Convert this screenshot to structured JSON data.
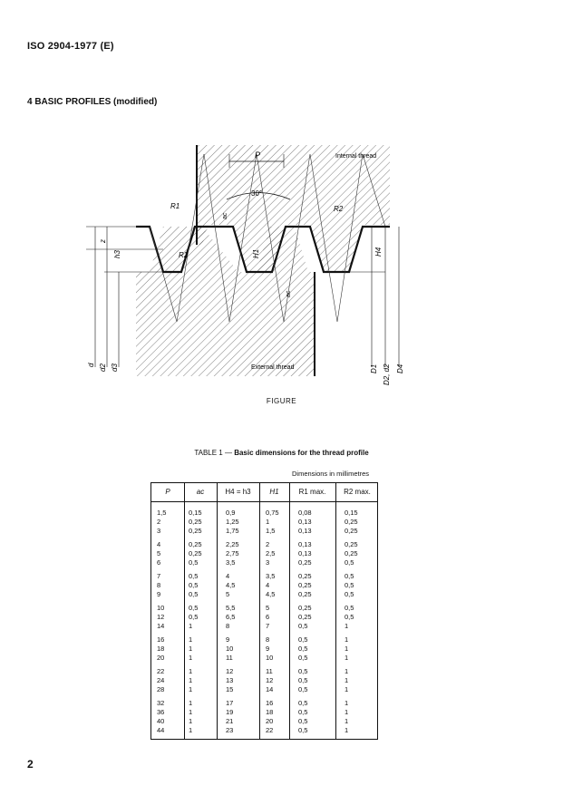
{
  "header": {
    "doc_id": "ISO 2904-1977 (E)"
  },
  "section": {
    "title": "4  BASIC PROFILES (modified)"
  },
  "figure": {
    "caption": "FIGURE",
    "labels": {
      "P": "P",
      "internal": "Internal thread",
      "external": "External thread",
      "angle": "30°",
      "R1": "R1",
      "R2": "R2",
      "R2b": "R2",
      "ac_top": "ac",
      "ac_bot": "ac",
      "H1": "H1",
      "H4": "H4",
      "h3": "h3",
      "z": "z",
      "d": "d",
      "d2": "d2",
      "d3": "d3",
      "D1": "D1",
      "D2d2": "D2, d2",
      "D4": "D4"
    }
  },
  "table": {
    "caption_prefix": "TABLE 1 — ",
    "caption_bold": "Basic dimensions for the thread profile",
    "units_note": "Dimensions in millimetres",
    "headers": [
      "P",
      "ac",
      "H4 = h3",
      "H1",
      "R1 max.",
      "R2 max."
    ],
    "groups": [
      [
        [
          "1,5",
          "0,15",
          "0,9",
          "0,75",
          "0,08",
          "0,15"
        ],
        [
          "2",
          "0,25",
          "1,25",
          "1",
          "0,13",
          "0,25"
        ],
        [
          "3",
          "0,25",
          "1,75",
          "1,5",
          "0,13",
          "0,25"
        ]
      ],
      [
        [
          "4",
          "0,25",
          "2,25",
          "2",
          "0,13",
          "0,25"
        ],
        [
          "5",
          "0,25",
          "2,75",
          "2,5",
          "0,13",
          "0,25"
        ],
        [
          "6",
          "0,5",
          "3,5",
          "3",
          "0,25",
          "0,5"
        ]
      ],
      [
        [
          "7",
          "0,5",
          "4",
          "3,5",
          "0,25",
          "0,5"
        ],
        [
          "8",
          "0,5",
          "4,5",
          "4",
          "0,25",
          "0,5"
        ],
        [
          "9",
          "0,5",
          "5",
          "4,5",
          "0,25",
          "0,5"
        ]
      ],
      [
        [
          "10",
          "0,5",
          "5,5",
          "5",
          "0,25",
          "0,5"
        ],
        [
          "12",
          "0,5",
          "6,5",
          "6",
          "0,25",
          "0,5"
        ],
        [
          "14",
          "1",
          "8",
          "7",
          "0,5",
          "1"
        ]
      ],
      [
        [
          "16",
          "1",
          "9",
          "8",
          "0,5",
          "1"
        ],
        [
          "18",
          "1",
          "10",
          "9",
          "0,5",
          "1"
        ],
        [
          "20",
          "1",
          "11",
          "10",
          "0,5",
          "1"
        ]
      ],
      [
        [
          "22",
          "1",
          "12",
          "11",
          "0,5",
          "1"
        ],
        [
          "24",
          "1",
          "13",
          "12",
          "0,5",
          "1"
        ],
        [
          "28",
          "1",
          "15",
          "14",
          "0,5",
          "1"
        ]
      ],
      [
        [
          "32",
          "1",
          "17",
          "16",
          "0,5",
          "1"
        ],
        [
          "36",
          "1",
          "19",
          "18",
          "0,5",
          "1"
        ],
        [
          "40",
          "1",
          "21",
          "20",
          "0,5",
          "1"
        ],
        [
          "44",
          "1",
          "23",
          "22",
          "0,5",
          "1"
        ]
      ]
    ]
  },
  "page": {
    "number": "2"
  }
}
